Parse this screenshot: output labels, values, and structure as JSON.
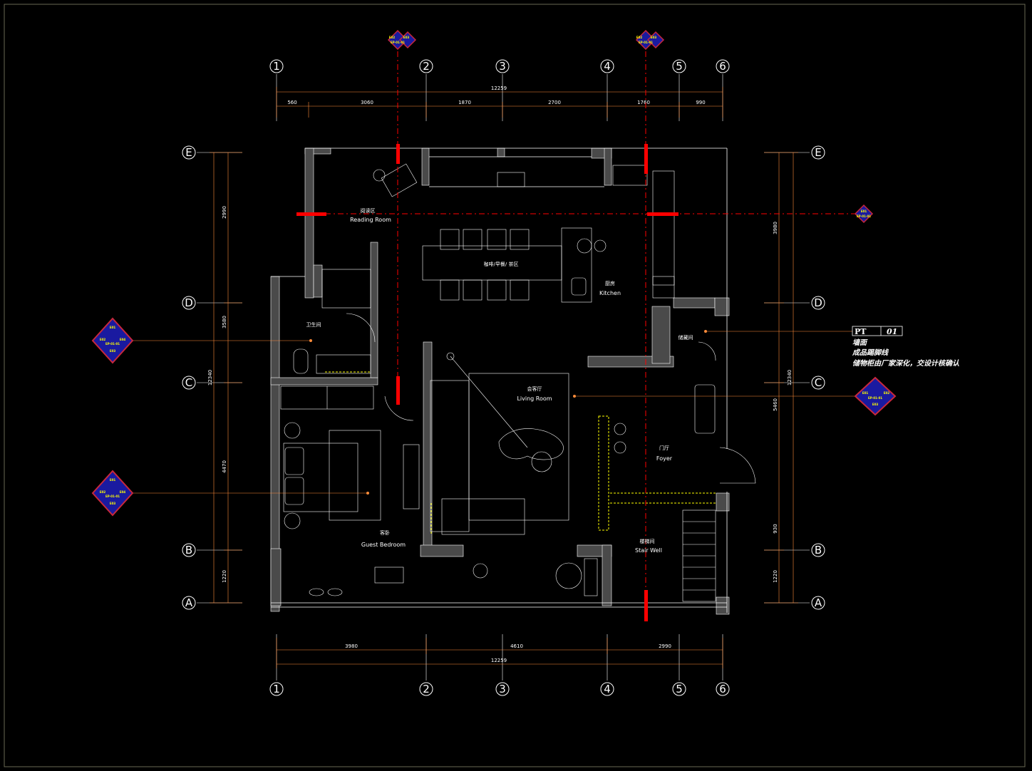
{
  "axes": {
    "columns": [
      "1",
      "2",
      "3",
      "4",
      "5",
      "6"
    ],
    "rows": [
      "E",
      "D",
      "C",
      "B",
      "A"
    ]
  },
  "dimensions": {
    "top_total": "12259",
    "top_segments": [
      "560",
      "3060",
      "1870",
      "2700",
      "1760",
      "990"
    ],
    "bottom_total": "12259",
    "bottom_segments": [
      "3980",
      "4610",
      "2990"
    ],
    "left_total": "12340",
    "left_segments": [
      "2990",
      "3580",
      "4470",
      "1220"
    ],
    "right_total": "12340",
    "right_segments": [
      "3980",
      "5460",
      "930",
      "1220"
    ]
  },
  "rooms": {
    "reading": {
      "cn": "阅读区",
      "en": "Reading Room"
    },
    "dining": {
      "cn": "咖啡/早餐/ 茶区"
    },
    "kitchen": {
      "cn": "厨房",
      "en": "Kitchen"
    },
    "bath": {
      "cn": "卫生间"
    },
    "storage": {
      "cn": "储藏间"
    },
    "living": {
      "cn": "会客厅",
      "en": "Living Room"
    },
    "guest": {
      "cn": "客卧",
      "en": "Guest Bedroom"
    },
    "foyer": {
      "cn": "门厅",
      "en": "Foyer"
    },
    "stair": {
      "cn": "楼梯间",
      "en": "Stair Well"
    }
  },
  "tags": {
    "e01": "E01",
    "e02": "E02",
    "e03": "E03",
    "e04": "E04",
    "sheet": "EP-01-01"
  },
  "note": {
    "pt_code": "PT",
    "pt_num": "01",
    "line1": "墙面",
    "line2": "成品踢脚线",
    "line3": "储物柜由厂家深化，交设计核确认"
  },
  "colors": {
    "background": "#000000",
    "wall": "#4a4a4a",
    "line": "#ffffff",
    "section_cut": "#ff0000",
    "dim_line": "#ff8c3a",
    "highlight": "#ffff00",
    "tag_fill": "#1a1aa0",
    "tag_border": "#c8283c"
  }
}
